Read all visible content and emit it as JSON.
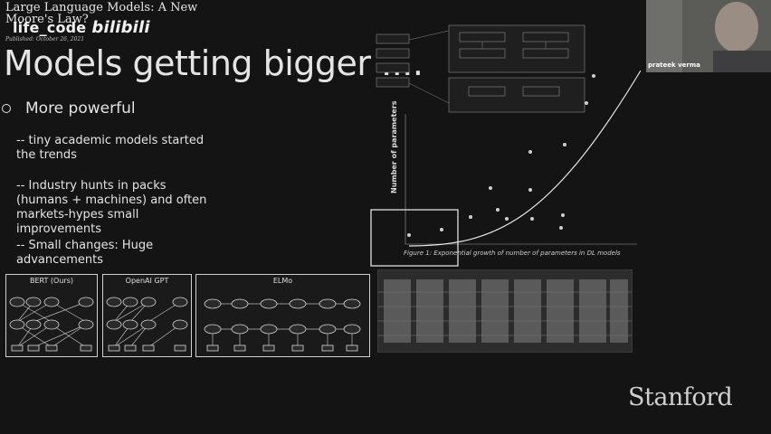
{
  "header": {
    "video_title": "Large Language Models: A New Moore's Law?",
    "published": "Published: October 26, 2021",
    "watermark_text": "life_code",
    "watermark_brand": "bilibili"
  },
  "slide": {
    "title": "Models getting bigger ....",
    "bullet": "More powerful",
    "paragraphs": [
      "-- tiny academic models started the trends",
      "-- Industry hunts in packs (humans + machines) and often markets-hypes small improvements",
      "-- Small changes: Huge advancements"
    ],
    "figure_caption": "Figure 1: Exponential growth of number of parameters in DL models",
    "chart_ylabel": "Number of parameters",
    "models": [
      {
        "label": "BERT (Ours)"
      },
      {
        "label": "OpenAI GPT"
      },
      {
        "label": "ELMo"
      }
    ],
    "footer_logo": "Stanford"
  },
  "webcam": {
    "participant_name": "prateek verma"
  },
  "colors": {
    "background": "#141414",
    "text": "#e4e4e4",
    "accent_box": "#d0d0d0"
  }
}
